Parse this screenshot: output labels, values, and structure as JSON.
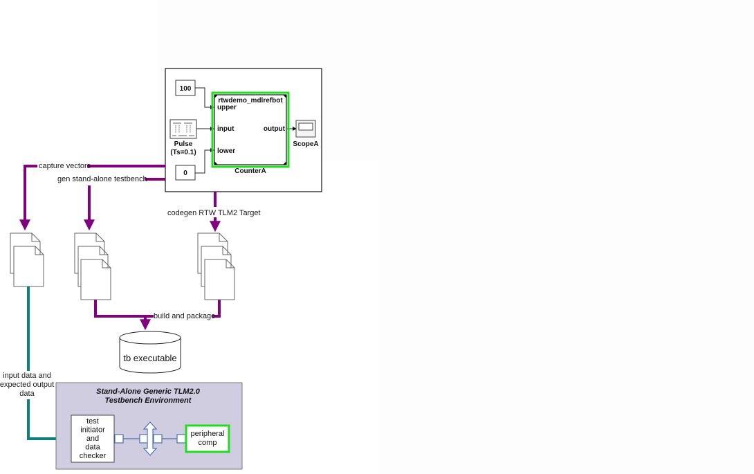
{
  "model": {
    "constant_upper": "100",
    "constant_lower": "0",
    "pulse_label_1": "Pulse",
    "pulse_label_2": "(Ts=0.1)",
    "subsystem_title": "rtwdemo_mdlrefbot",
    "port_upper": "upper",
    "port_input": "input",
    "port_lower": "lower",
    "port_output": "output",
    "subsystem_name": "CounterA",
    "scope_name": "ScopeA"
  },
  "flows": {
    "capture_vectors": "capture vectors",
    "gen_testbench": "gen stand-alone testbench",
    "codegen": "codegen RTW TLM2 Target",
    "build_package": "build and package",
    "input_data_1": "input data and",
    "input_data_2": "expected output",
    "input_data_3": "data"
  },
  "database": {
    "label": "tb executable"
  },
  "environment": {
    "title_1": "Stand-Alone Generic TLM2.0",
    "title_2": "Testbench Environment",
    "initiator_lines": [
      "test",
      "initiator",
      "and",
      "data",
      "checker"
    ],
    "peripheral_1": "peripheral",
    "peripheral_2": "comp"
  },
  "colors": {
    "purple": "#800080",
    "teal": "#0f7f7f",
    "green": "#22dd22",
    "env_bg": "#d0cde0",
    "bus_blue": "#4a6fb5"
  }
}
